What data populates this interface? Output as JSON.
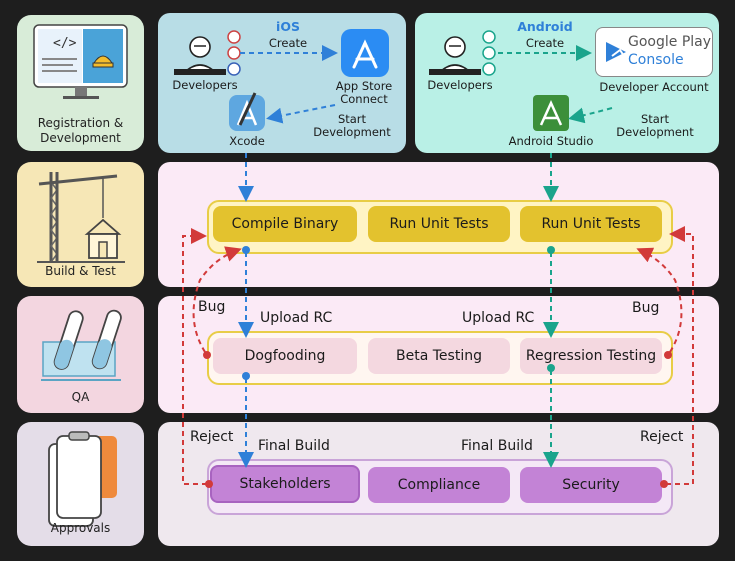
{
  "stages": {
    "registration": "Registration & Development",
    "build": "Build & Test",
    "qa": "QA",
    "approvals": "Approvals"
  },
  "ios": {
    "title": "iOS",
    "developers": "Developers",
    "create": "Create",
    "store": "App Store Connect",
    "start_development": "Start Development",
    "ide": "Xcode"
  },
  "android": {
    "title": "Android",
    "developers": "Developers",
    "create": "Create",
    "console_line1": "Google Play",
    "console_line2": "Console",
    "developer_account": "Developer Account",
    "start_development": "Start Development",
    "ide": "Android Studio"
  },
  "build": {
    "compile": "Compile Binary",
    "unit_tests_1": "Run Unit Tests",
    "unit_tests_2": "Run Unit Tests"
  },
  "qa": {
    "dogfooding": "Dogfooding",
    "beta": "Beta Testing",
    "regression": "Regression Testing",
    "upload_left": "Upload RC",
    "upload_right": "Upload RC",
    "bug_left": "Bug",
    "bug_right": "Bug"
  },
  "approvals": {
    "stakeholders": "Stakeholders",
    "compliance": "Compliance",
    "security": "Security",
    "final_left": "Final Build",
    "final_right": "Final Build",
    "reject_left": "Reject",
    "reject_right": "Reject"
  },
  "colors": {
    "ios_arrow": "#2f80d8",
    "android_arrow": "#1aa48c",
    "reject_arrow": "#d23a3a",
    "build_pill": "#e3c22e",
    "qa_pill": "#f4d8e0",
    "approval_pill": "#c383d6"
  }
}
